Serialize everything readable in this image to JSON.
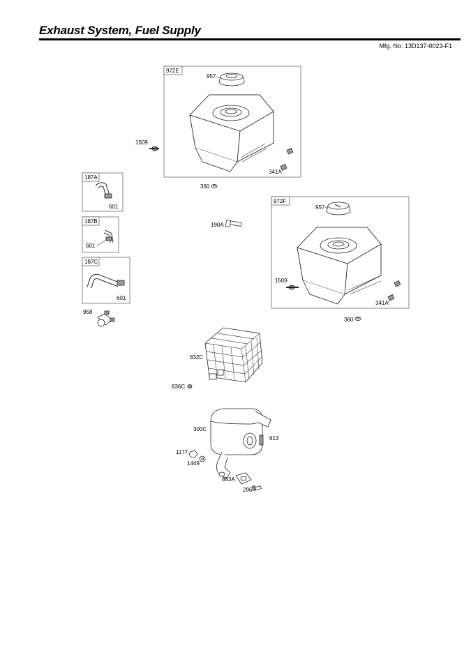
{
  "header": {
    "title": "Exhaust System, Fuel Supply",
    "mfg_no": "Mfg. No: 13D137-0023-F1"
  },
  "callouts": {
    "frame_972E": "972E",
    "cap_957_a": "957",
    "screw_1509_a": "1509",
    "fitting_341A_a": "341A",
    "nut_360_a": "360",
    "frame_187A": "187A",
    "line_601_a": "601",
    "frame_187B": "187B",
    "line_601_b": "601",
    "frame_187C": "187C",
    "line_601_c": "601",
    "valve_958": "958",
    "bolt_190A": "190A",
    "frame_972F": "972F",
    "cap_957_b": "957",
    "screw_1509_b": "1509",
    "fitting_341A_b": "341A",
    "nut_360_b": "360",
    "guard_832C": "832C",
    "screw_836C": "836C",
    "muffler_300C": "300C",
    "deflector_613": "613",
    "nut_1177": "1177",
    "washer_1449": "1449",
    "gasket_883A": "883A",
    "screw_296": "296"
  }
}
